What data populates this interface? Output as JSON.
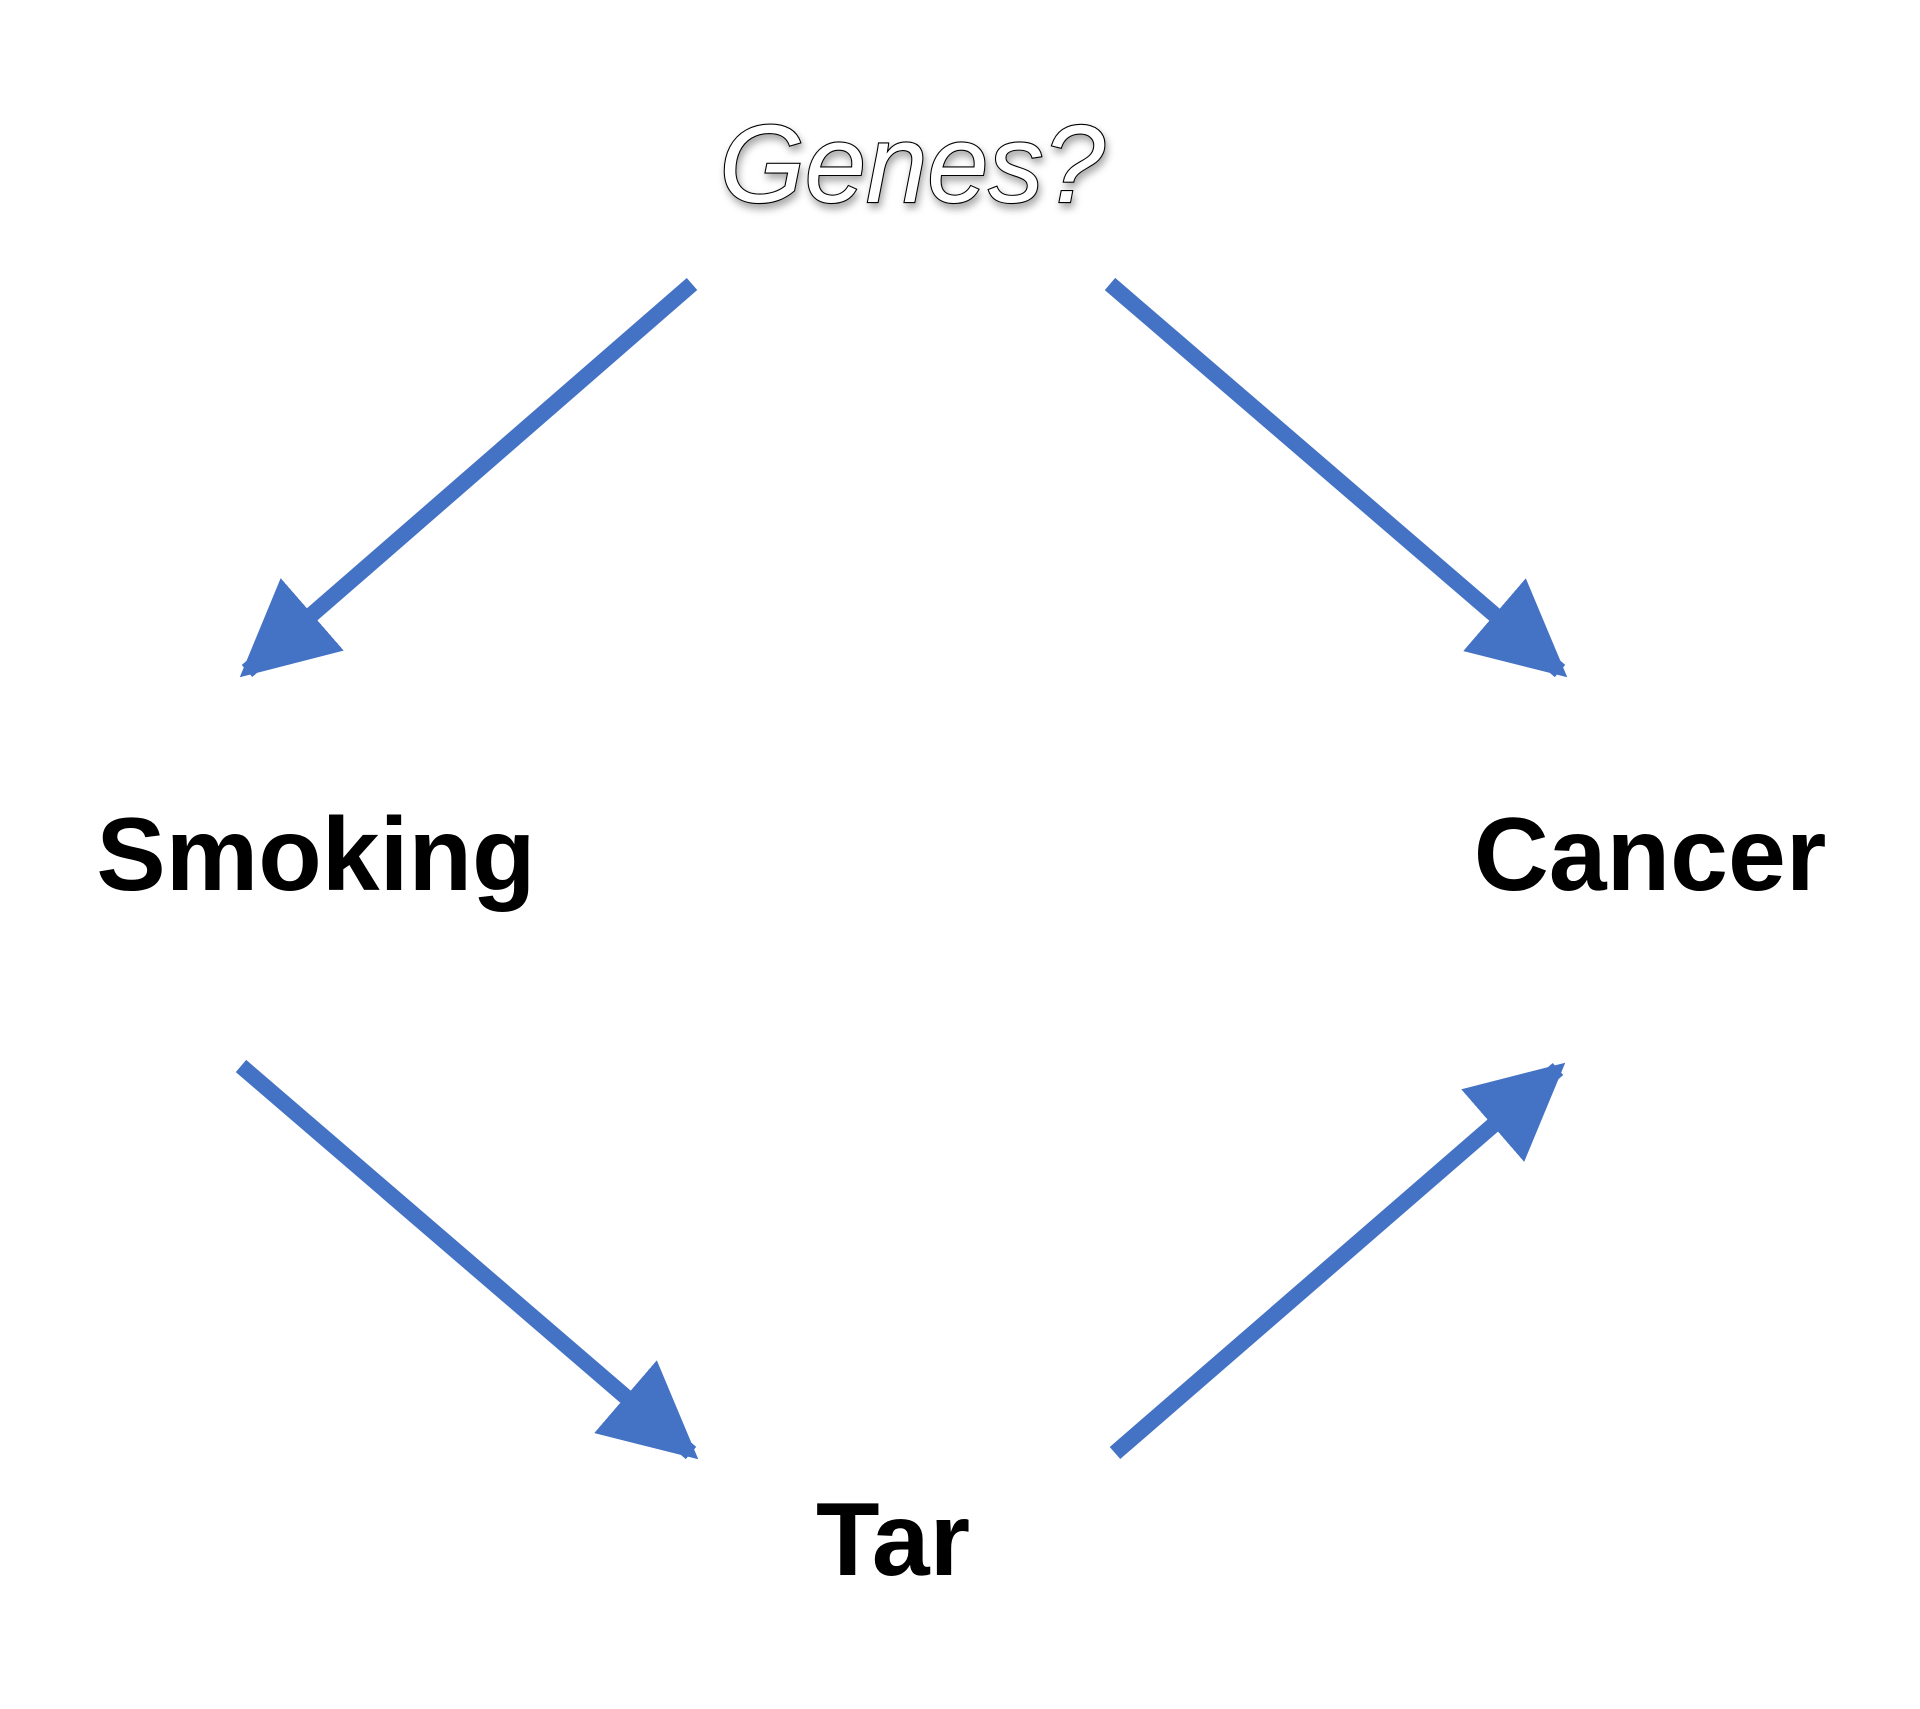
{
  "diagram": {
    "edge_color": "#4472C4",
    "nodes": [
      {
        "id": "genes",
        "label": "Genes?"
      },
      {
        "id": "smoking",
        "label": "Smoking"
      },
      {
        "id": "cancer",
        "label": "Cancer"
      },
      {
        "id": "tar",
        "label": "Tar"
      }
    ],
    "edges": [
      {
        "from": "genes",
        "to": "smoking"
      },
      {
        "from": "genes",
        "to": "cancer"
      },
      {
        "from": "smoking",
        "to": "tar"
      },
      {
        "from": "tar",
        "to": "cancer"
      }
    ]
  }
}
